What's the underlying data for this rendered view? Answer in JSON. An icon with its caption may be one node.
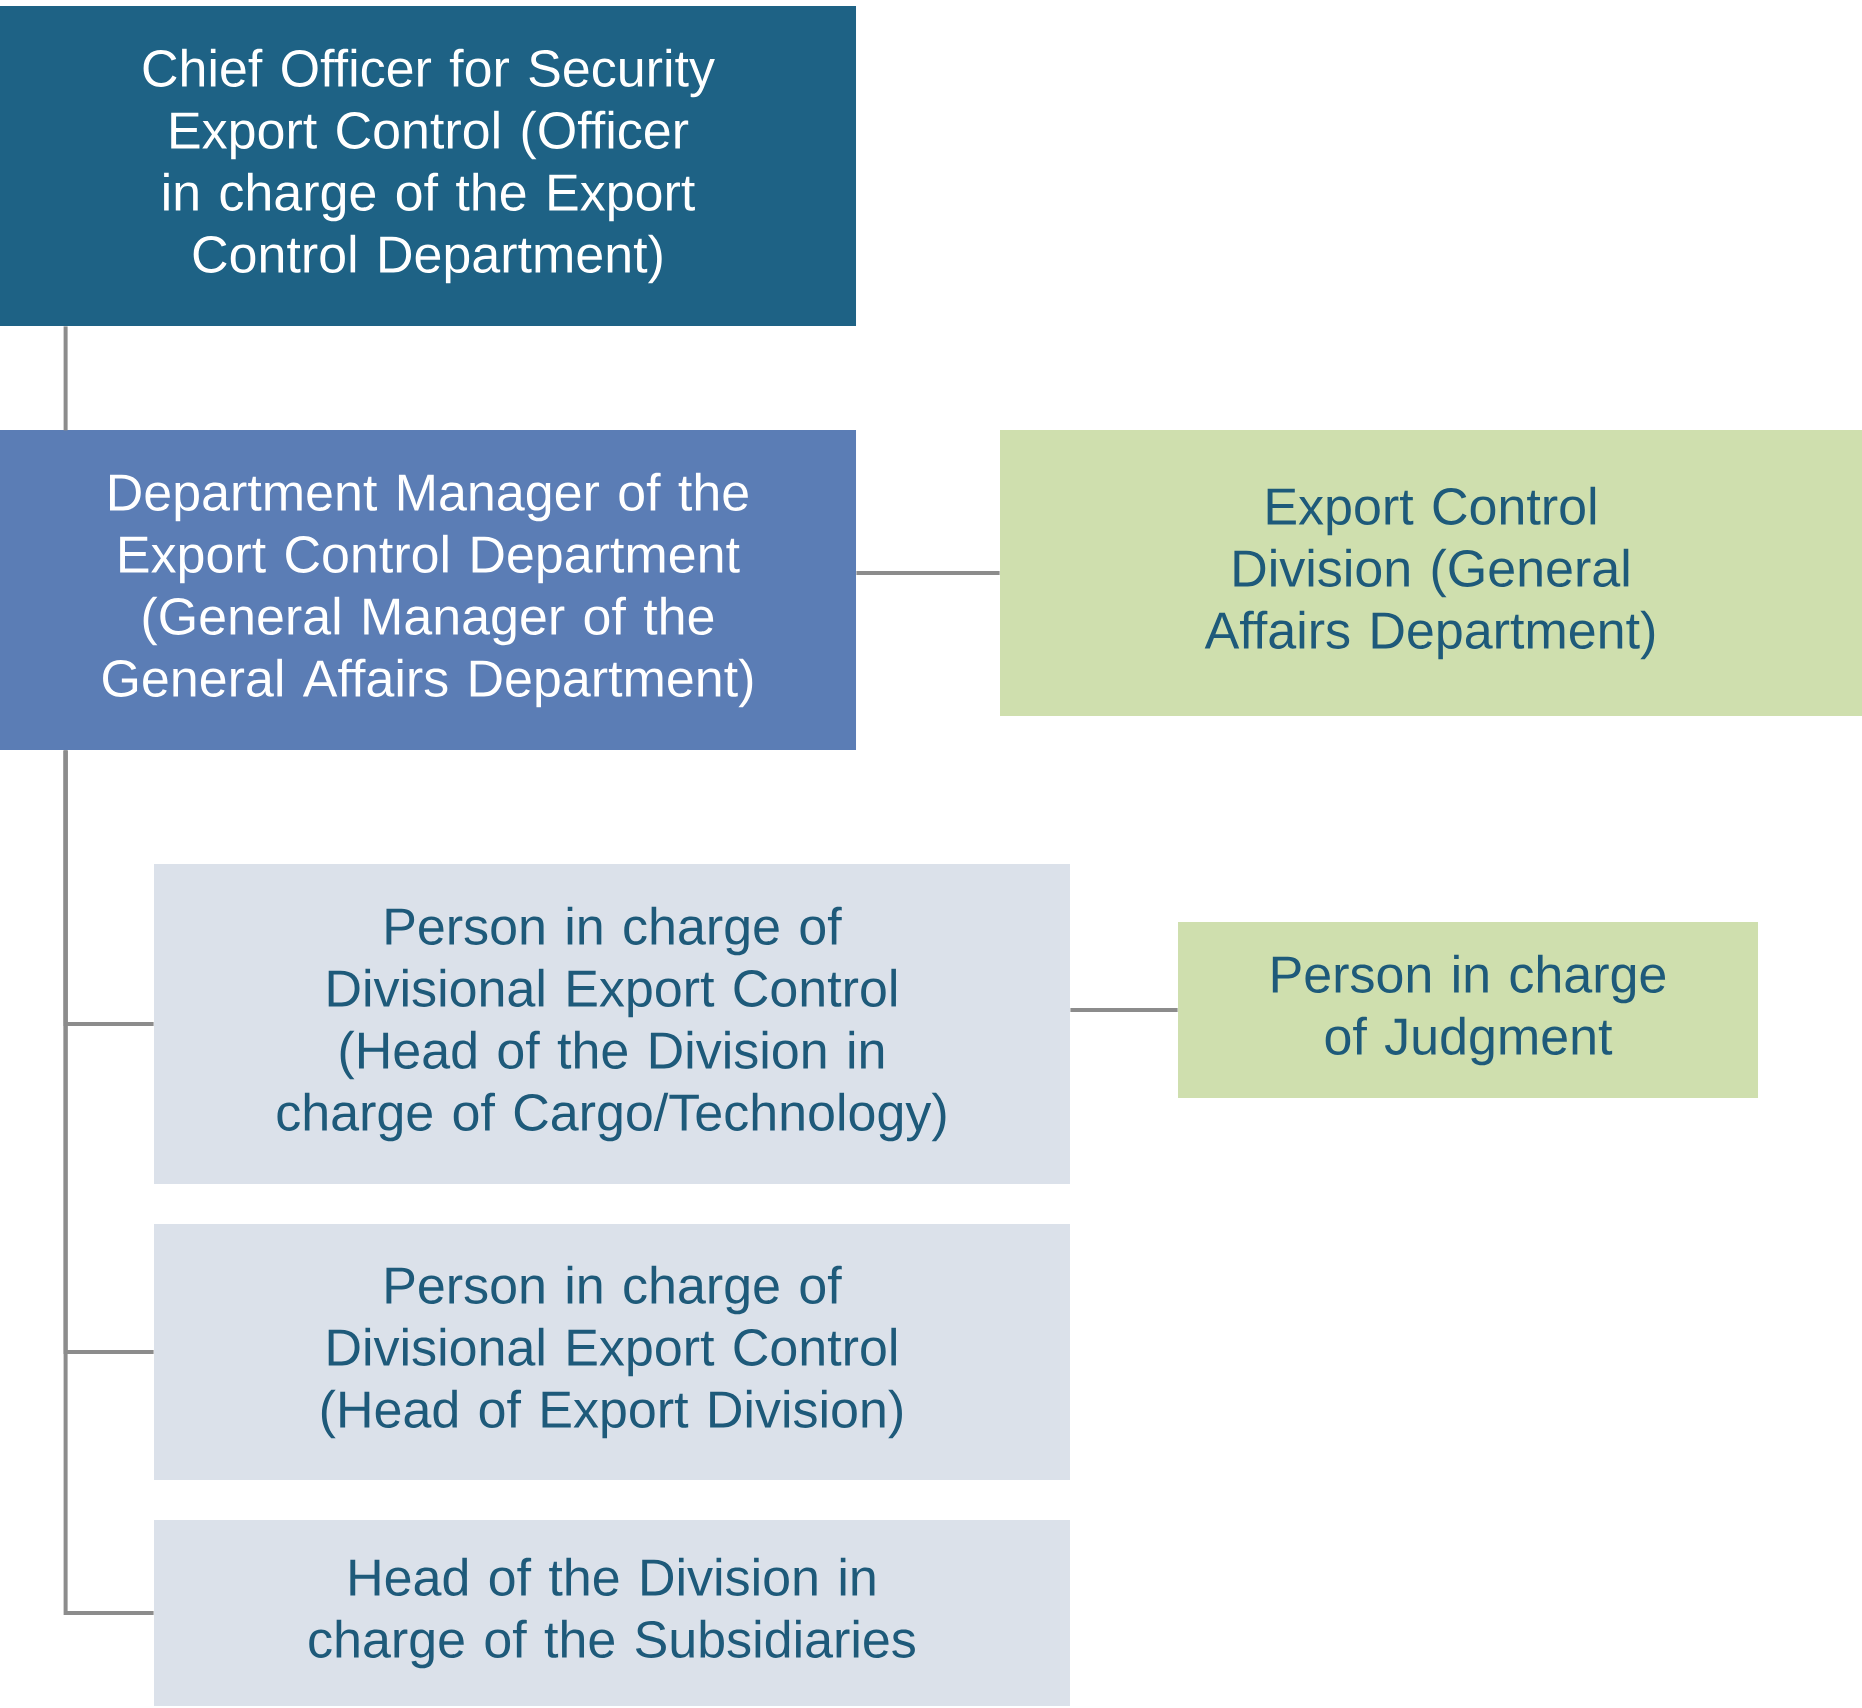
{
  "diagram": {
    "nodes": [
      {
        "text": [
          "Chief Officer for Security Export Control (Officer in charge of the Export Control Department)"
        ]
      },
      {
        "text": [
          "Department Manager of the Export Control Department (General Manager of the General Affairs Department)"
        ]
      },
      {
        "text": [
          "Export Control Division (General Affairs Department)"
        ]
      },
      {
        "text": [
          "Person in charge of Divisional Export Control (Head of the Division in charge of Cargo/Technology)"
        ]
      },
      {
        "text": [
          "Person in charge of Judgment"
        ]
      },
      {
        "text": [
          "Person in charge of Divisional Export Control (Head of Export Division)"
        ]
      },
      {
        "text": [
          "Head of the Division in charge of the Subsidiaries"
        ]
      }
    ],
    "edges": [
      {
        "from": 0,
        "to": 1,
        "arrow": "none"
      },
      {
        "from": 1,
        "to": 2,
        "arrow": "none"
      },
      {
        "from": 1,
        "to": 3,
        "arrow": "none"
      },
      {
        "from": 3,
        "to": 4,
        "arrow": "none"
      },
      {
        "from": 1,
        "to": 5,
        "arrow": "none"
      },
      {
        "from": 1,
        "to": 6,
        "arrow": "none"
      }
    ]
  }
}
